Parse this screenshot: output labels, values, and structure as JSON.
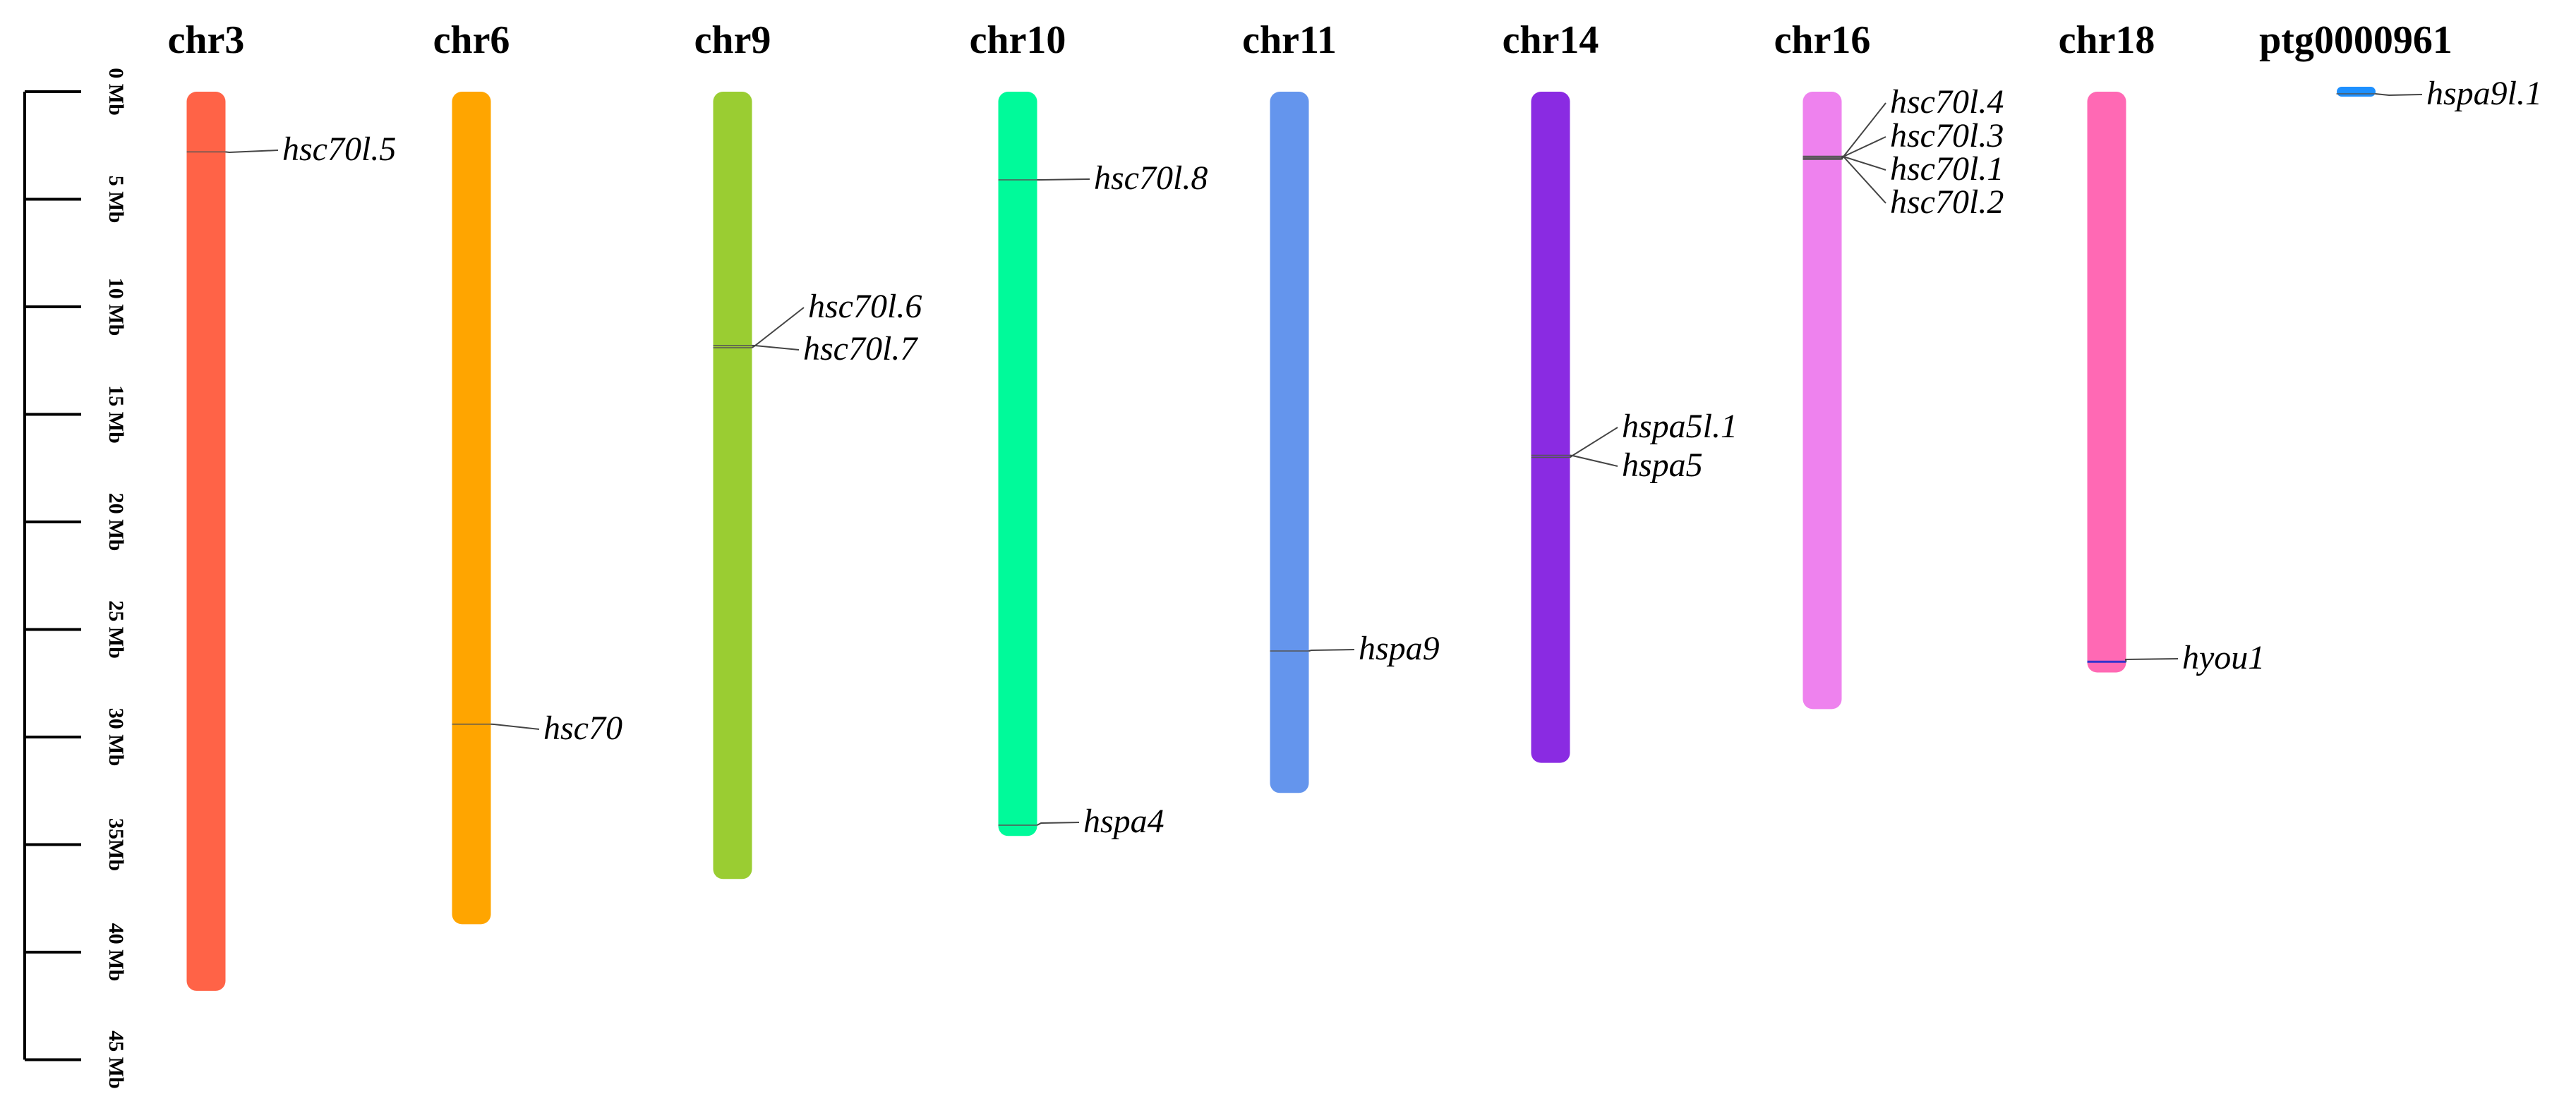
{
  "scale": {
    "ticks": [
      {
        "label": "0 Mb",
        "value": 0
      },
      {
        "label": "5 Mb",
        "value": 5
      },
      {
        "label": "10 Mb",
        "value": 10
      },
      {
        "label": "15 Mb",
        "value": 15
      },
      {
        "label": "20 Mb",
        "value": 20
      },
      {
        "label": "25 Mb",
        "value": 25
      },
      {
        "label": "30 Mb",
        "value": 30
      },
      {
        "label": "35Mb",
        "value": 35
      },
      {
        "label": "40 Mb",
        "value": 40
      },
      {
        "label": "45 Mb",
        "value": 45
      }
    ]
  },
  "chromosomes": [
    {
      "name": "chr3",
      "length_mb": 41.8,
      "color": "#FF6347",
      "genes": [
        {
          "label": "hsc70l.5",
          "pos_mb": 2.8
        }
      ]
    },
    {
      "name": "chr6",
      "length_mb": 38.7,
      "color": "#FFA500",
      "genes": [
        {
          "label": "hsc70",
          "pos_mb": 29.4
        }
      ]
    },
    {
      "name": "chr9",
      "length_mb": 36.6,
      "color": "#9ACD32",
      "genes": [
        {
          "label": "hsc70l.6",
          "pos_mb": 11.8
        },
        {
          "label": "hsc70l.7",
          "pos_mb": 11.9
        }
      ]
    },
    {
      "name": "chr10",
      "length_mb": 34.6,
      "color": "#00FA9A",
      "genes": [
        {
          "label": "hsc70l.8",
          "pos_mb": 4.1
        },
        {
          "label": "hspa4",
          "pos_mb": 34.1
        }
      ]
    },
    {
      "name": "chr11",
      "length_mb": 32.6,
      "color": "#6495ED",
      "genes": [
        {
          "label": "hspa9",
          "pos_mb": 26.0
        }
      ]
    },
    {
      "name": "chr14",
      "length_mb": 31.2,
      "color": "#8A2BE2",
      "genes": [
        {
          "label": "hspa5l.1",
          "pos_mb": 16.9
        },
        {
          "label": "hspa5",
          "pos_mb": 17.0
        }
      ]
    },
    {
      "name": "chr16",
      "length_mb": 28.7,
      "color": "#EE82EE",
      "genes": [
        {
          "label": "hsc70l.4",
          "pos_mb": 3.0
        },
        {
          "label": "hsc70l.3",
          "pos_mb": 3.05
        },
        {
          "label": "hsc70l.1",
          "pos_mb": 3.1
        },
        {
          "label": "hsc70l.2",
          "pos_mb": 3.15
        }
      ]
    },
    {
      "name": "chr18",
      "length_mb": 27.0,
      "color": "#FF69B4",
      "genes": [
        {
          "label": "hyou1",
          "pos_mb": 26.5,
          "marker_color": "#3333CC"
        }
      ]
    },
    {
      "name": "ptg0000961",
      "length_mb": 0.25,
      "color": "#1E90FF",
      "genes": [
        {
          "label": "hspa9l.1",
          "pos_mb": 0.1
        }
      ]
    }
  ]
}
